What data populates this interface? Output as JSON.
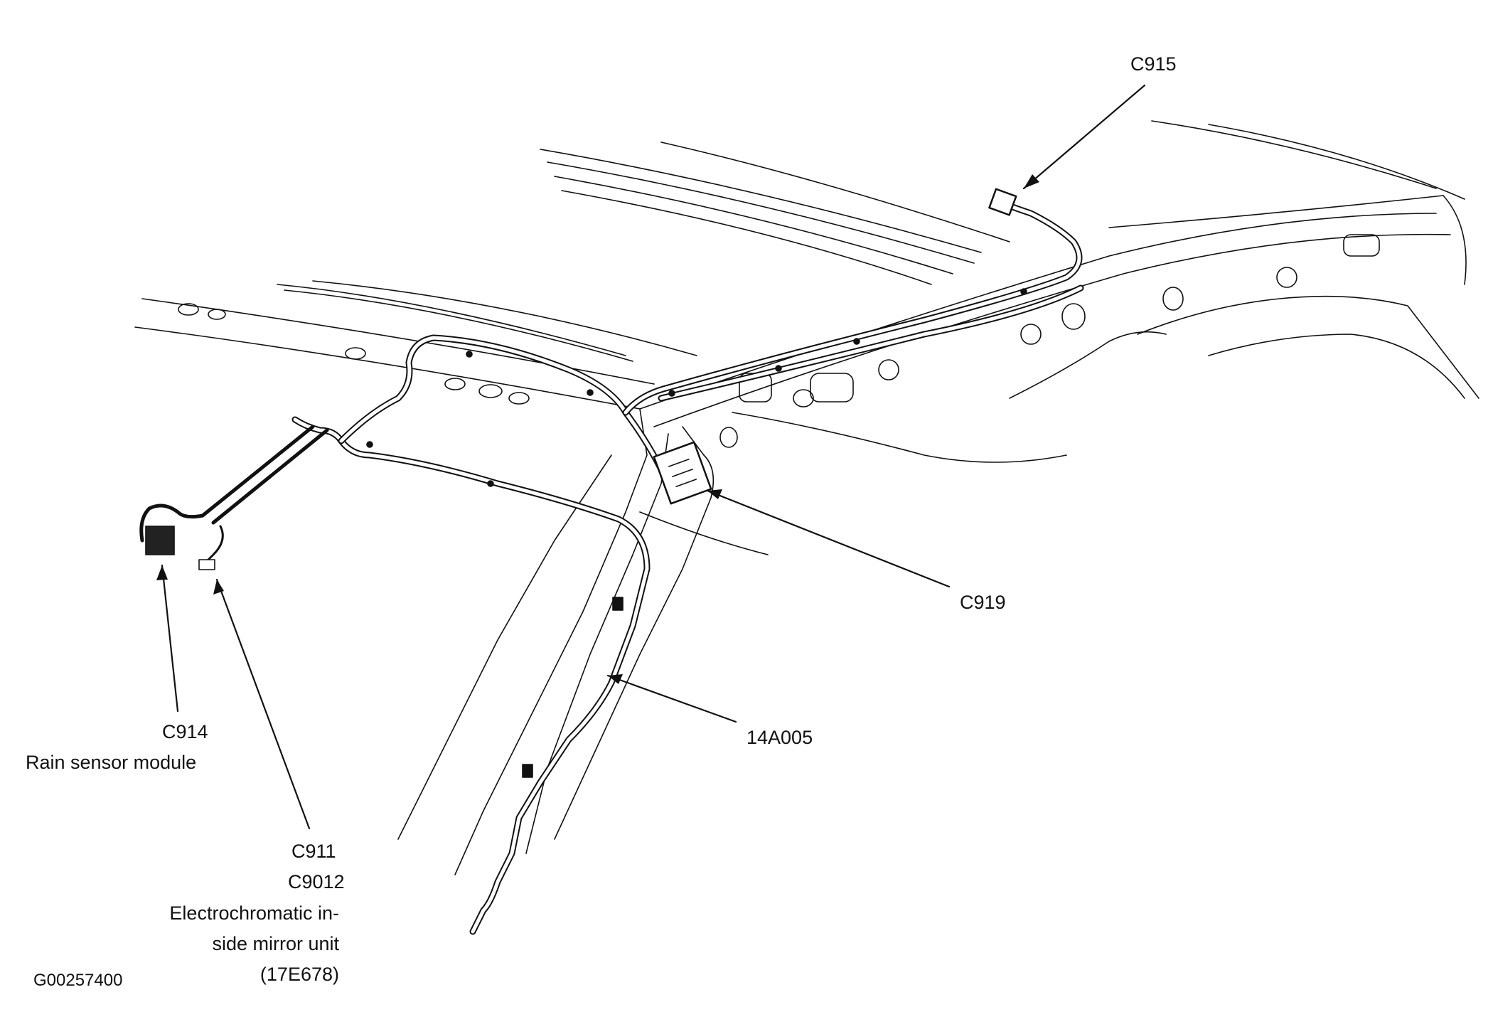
{
  "figure_id": "G00257400",
  "callouts": {
    "c915": "C915",
    "c919": "C919",
    "harness": "14A005",
    "c914": "C914",
    "rain_sensor": "Rain sensor module",
    "c911": "C911",
    "c9012": "C9012",
    "mirror_line1": "Electrochromatic in-",
    "mirror_line2": "side mirror unit",
    "mirror_line3": "(17E678)"
  },
  "colors": {
    "ink": "#111111",
    "background": "#ffffff"
  }
}
